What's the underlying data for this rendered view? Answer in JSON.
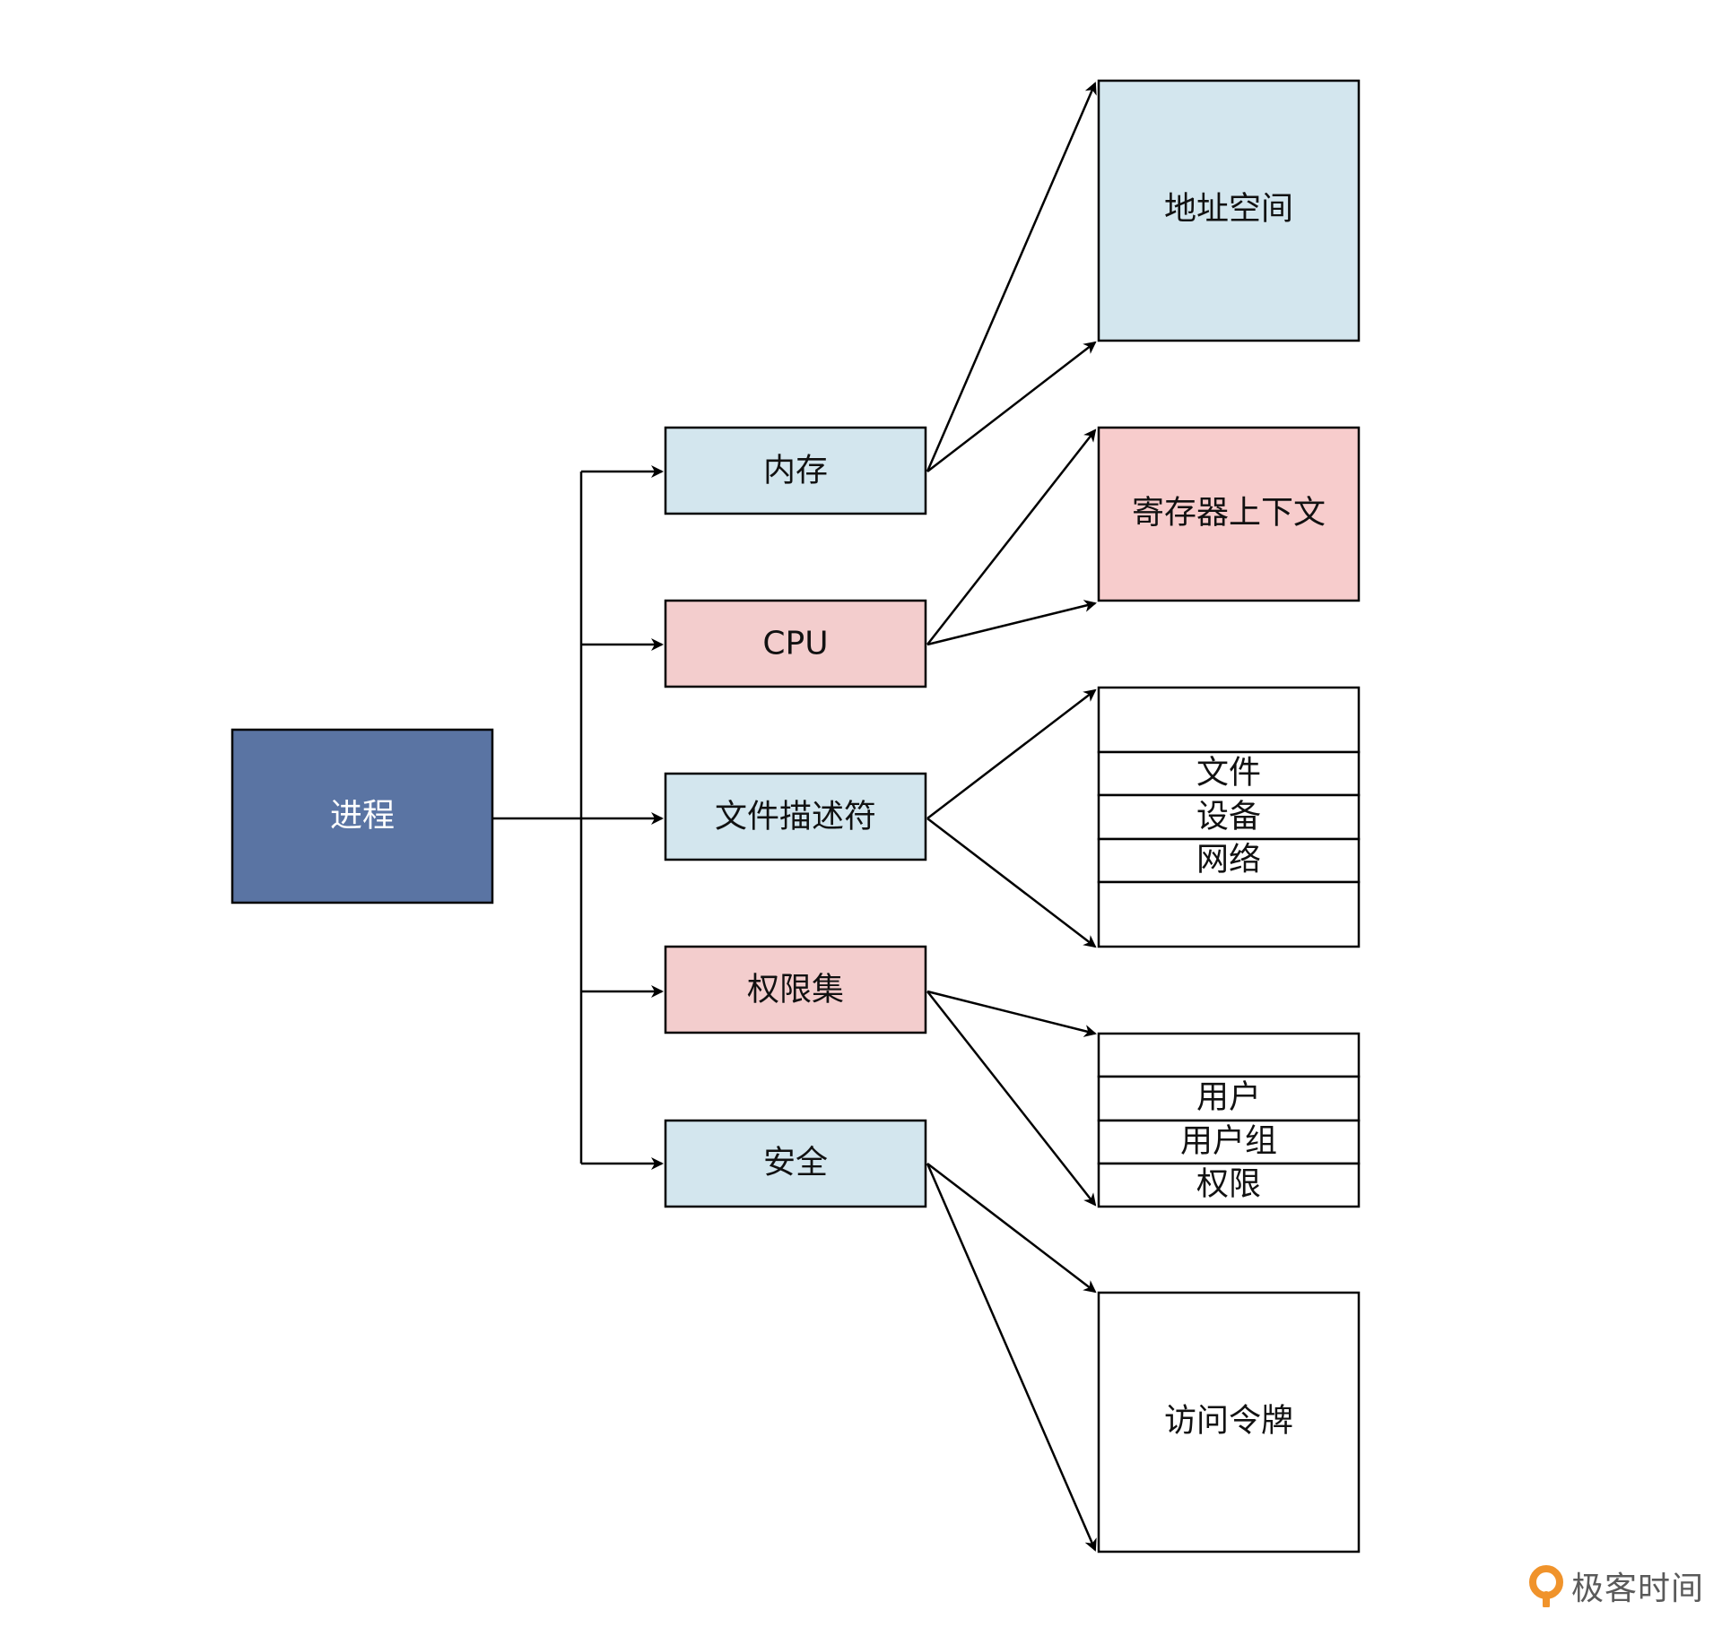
{
  "diagram": {
    "nodes": {
      "process": {
        "label": "进程",
        "fill": "#5a74a3",
        "text_color": "#ffffff"
      },
      "memory": {
        "label": "内存",
        "fill": "#d3e6ee"
      },
      "cpu": {
        "label": "CPU",
        "fill": "#f3cdcd"
      },
      "fd": {
        "label": "文件描述符",
        "fill": "#d3e6ee"
      },
      "perm": {
        "label": "权限集",
        "fill": "#f3cdcd"
      },
      "security": {
        "label": "安全",
        "fill": "#d3e6ee"
      },
      "address_space": {
        "label": "地址空间",
        "fill": "#d3e6ee"
      },
      "register_context": {
        "label": "寄存器上下文",
        "fill": "#f7cccc",
        "stroke": "#b94d4d"
      },
      "fd_table": {
        "rows": [
          "",
          "文件",
          "设备",
          "网络",
          ""
        ]
      },
      "perm_table": {
        "rows": [
          "",
          "用户",
          "用户组",
          "权限"
        ]
      },
      "access_token": {
        "label": "访问令牌",
        "fill": "#ffffff"
      }
    }
  },
  "watermark": {
    "text": "极客时间"
  },
  "colors": {
    "accent_orange": "#f0932b",
    "watermark_gray": "#5a5a5a"
  }
}
